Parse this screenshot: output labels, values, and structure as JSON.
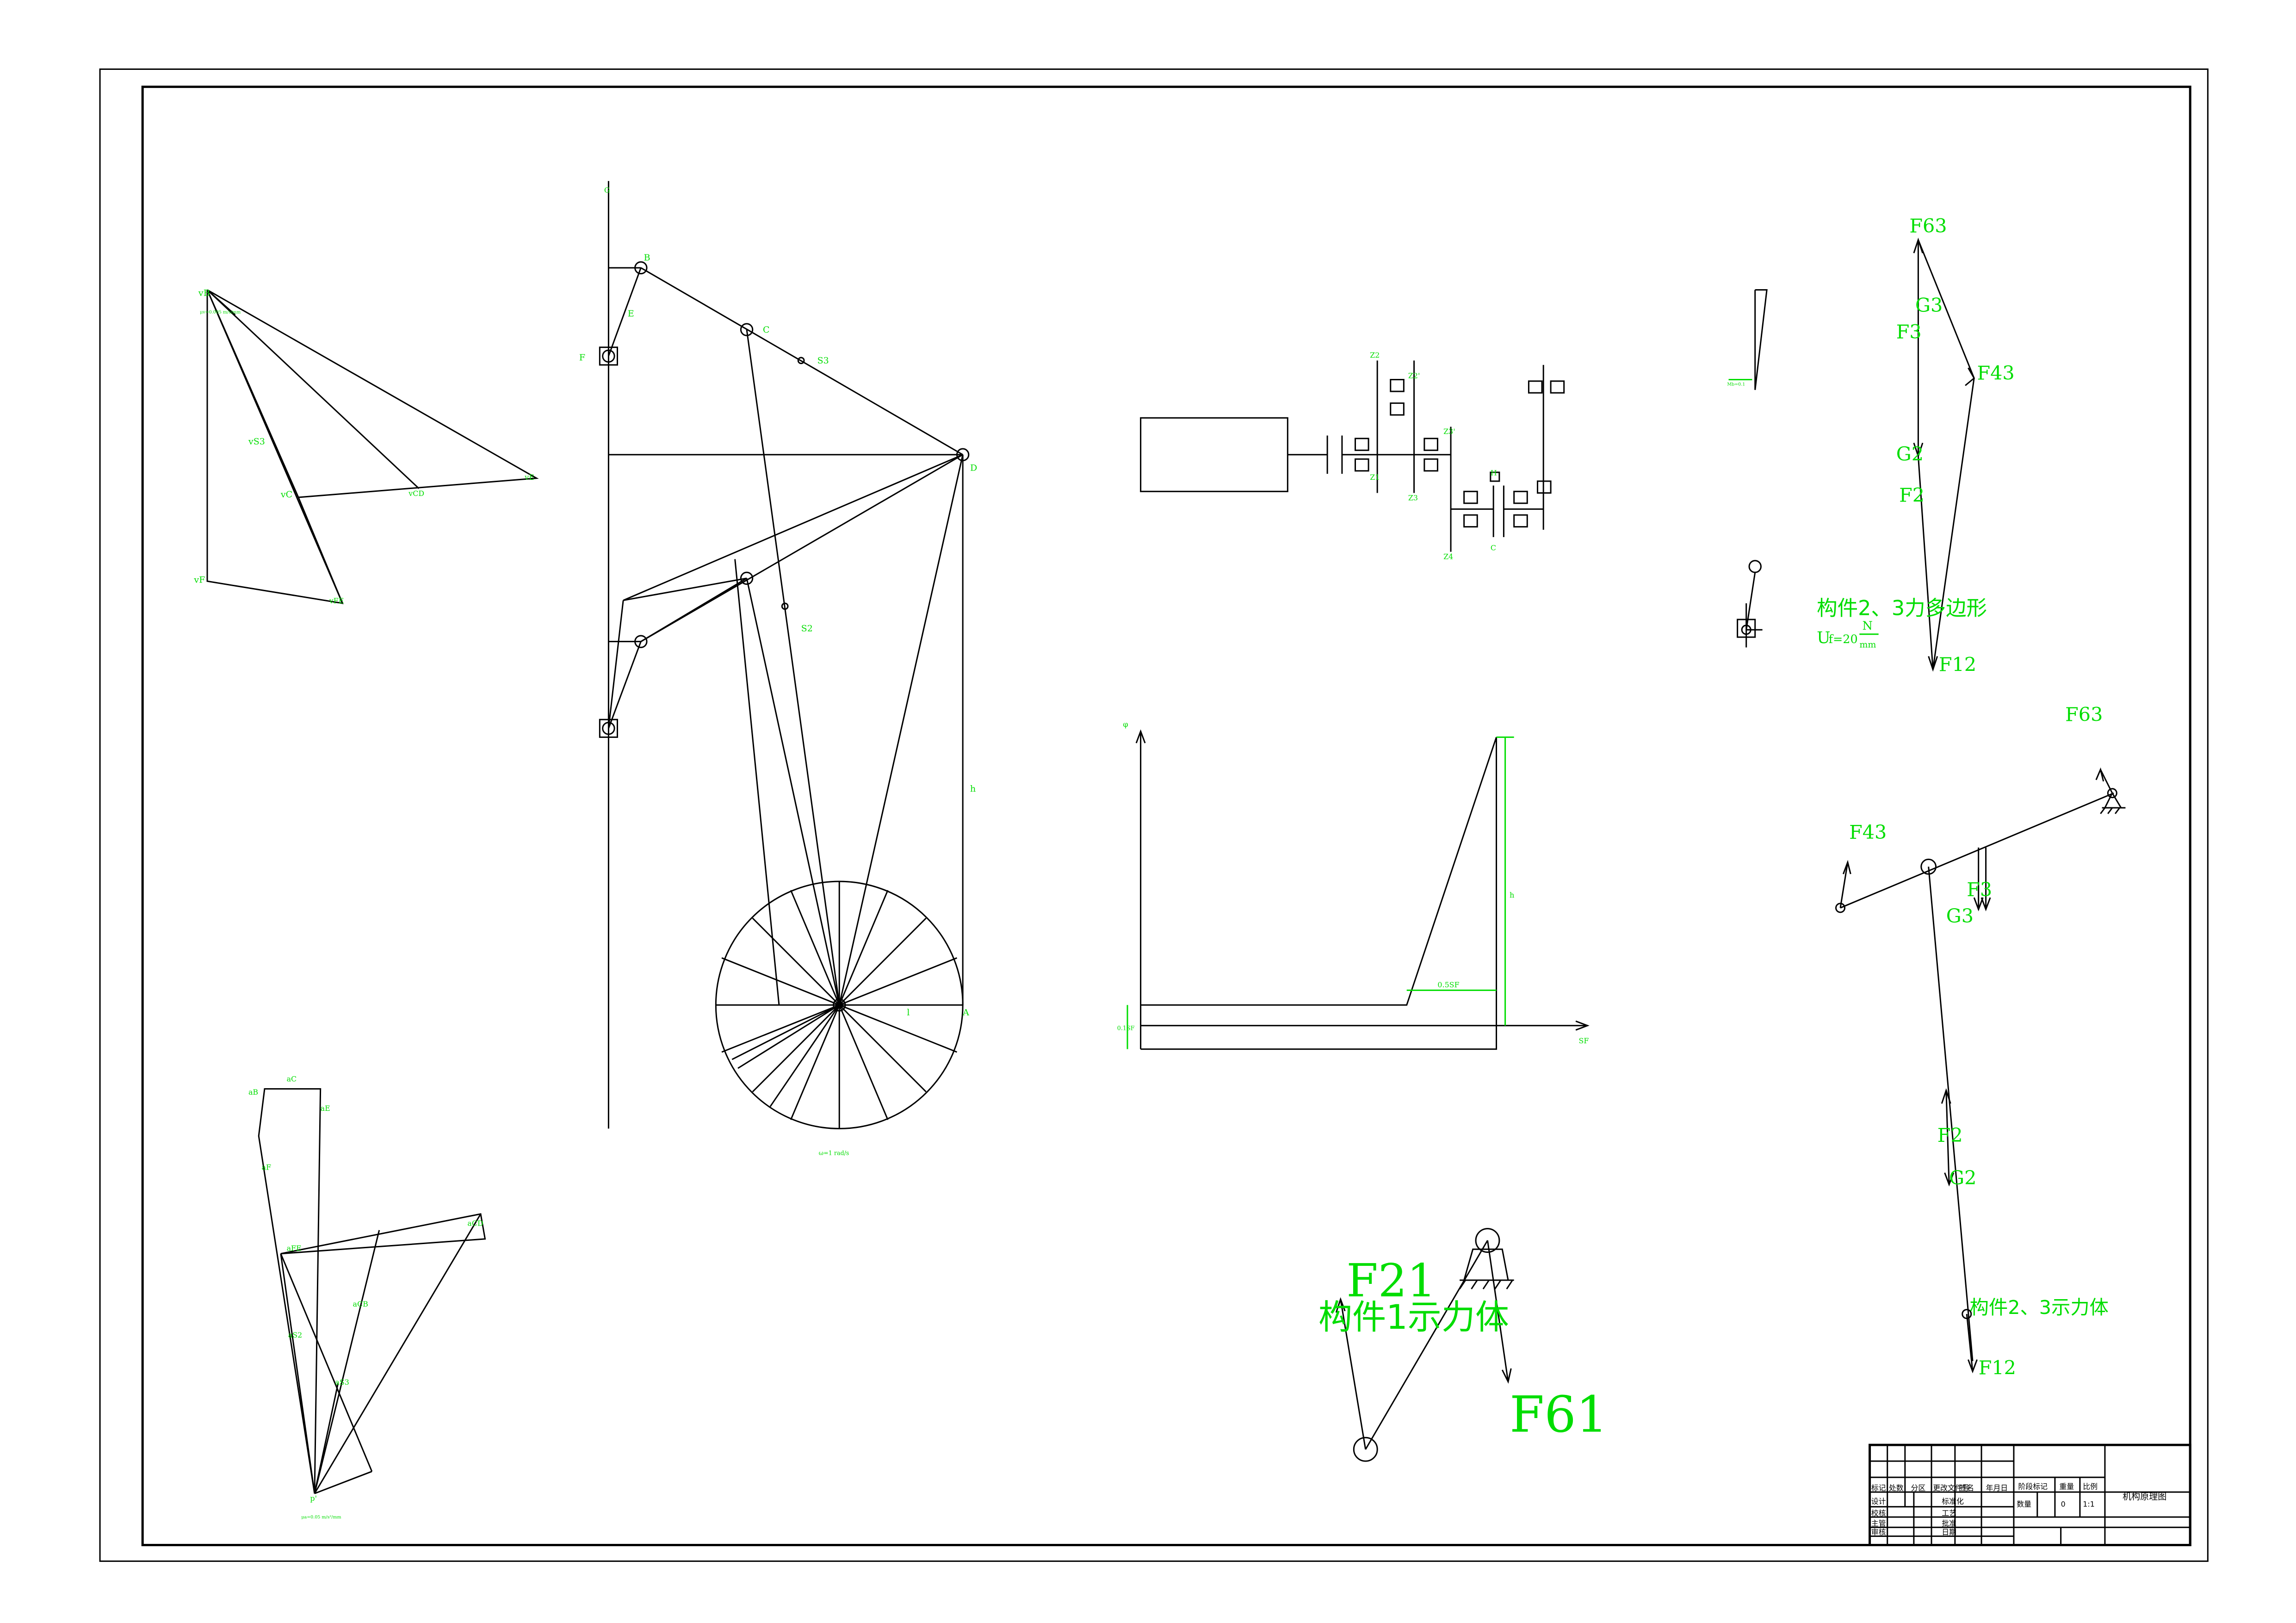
{
  "labels": {
    "kinematic": {
      "B": "B",
      "E": "E",
      "C": "C",
      "S3": "S3",
      "D": "D",
      "F": "F",
      "S2": "S2",
      "A": "A",
      "h": "h",
      "l": "l",
      "omega": "ω=1 rad/s"
    },
    "velocity_polygon": {
      "vB": "vB",
      "vC": "vC",
      "vS3": "vS3",
      "vCD": "vCD",
      "vE": "vE",
      "vF": "vF",
      "vFE": "vFE",
      "scale": "μv=0.005 m/s/mm"
    },
    "accel_polygon": {
      "aB": "aB",
      "aC": "aC",
      "aE": "aE",
      "aF": "aF",
      "aFE": "aFE",
      "aCB": "aCB",
      "aCD": "aCD",
      "aS2": "aS2",
      "aS3": "aS3",
      "p": "p'",
      "scale": "μa=0.05 m/s²/mm"
    },
    "motion_graph": {
      "y": "φ",
      "x": "SF",
      "h": "h",
      "ramp": "0.5SF",
      "base": "0.1SF"
    },
    "gearbox": {
      "z2": "Z2",
      "z2p": "Z2'",
      "z3": "Z3",
      "z3p": "Z3'",
      "z1": "Z1",
      "z4": "Z4",
      "H": "H",
      "C": "C"
    },
    "force_polygon": {
      "F63": "F63",
      "G3": "G3",
      "F3": "F3",
      "F43": "F43",
      "G2": "G2",
      "F2": "F2",
      "F12": "F12",
      "caption": "构件2、3力多边形",
      "scale_pre": "U",
      "scale_sub": "f=20",
      "scale_num": "N",
      "scale_den": "mm"
    },
    "small_mech": {
      "label": "Mb=0.1"
    },
    "free_body_23": {
      "F63": "F63",
      "F43": "F43",
      "F3": "F3",
      "G3": "G3",
      "F2": "F2",
      "G2": "G2",
      "F12": "F12",
      "caption": "构件2、3示力体"
    },
    "free_body_1": {
      "F21": "F21",
      "caption": "构件1示力体",
      "F61": "F61"
    }
  },
  "title_block": {
    "rows": [
      [
        "标记",
        "处数",
        "分区",
        "更改文件号",
        "签名",
        "年月日"
      ],
      [
        "设计",
        "",
        "",
        "标准化",
        "",
        ""
      ],
      [
        "校核",
        "",
        "",
        "工艺",
        "",
        ""
      ],
      [
        "主管",
        "",
        "",
        "批准",
        "",
        ""
      ],
      [
        "审核",
        "",
        "",
        "日期",
        "",
        ""
      ]
    ],
    "stage_label": "阶段标记",
    "weight_label": "重量",
    "scale_label": "比例",
    "scale_value": "1:1",
    "qty_label": "数量",
    "qty_value": "0",
    "drawing_name": "机构原理图"
  },
  "colors": {
    "line": "#000000",
    "annotation": "#00dd00"
  }
}
